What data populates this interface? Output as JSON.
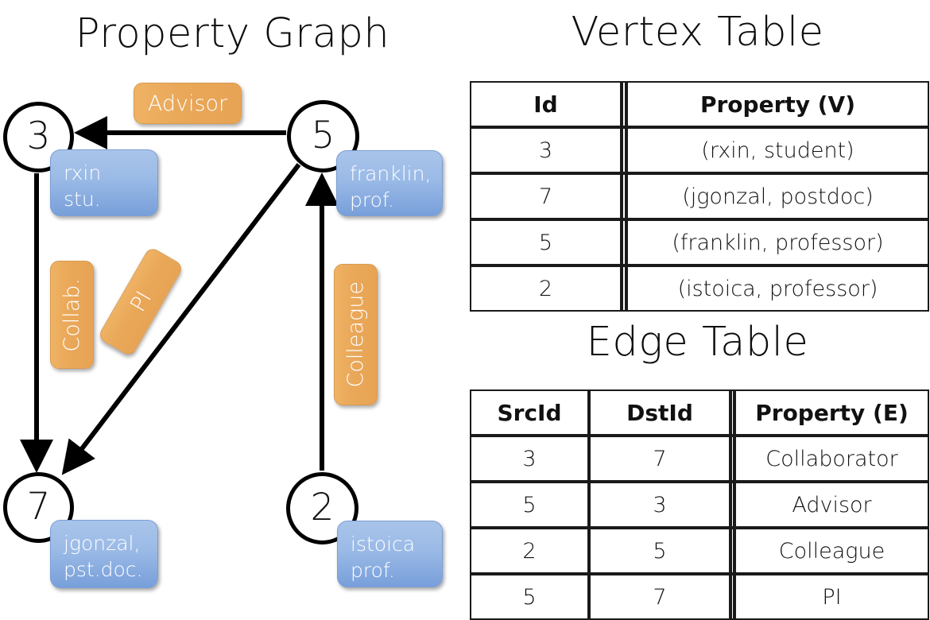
{
  "titles": {
    "property_graph": "Property Graph",
    "vertex_table": "Vertex Table",
    "edge_table": "Edge Table"
  },
  "colors": {
    "vertex_property_fill": "#d6e0f2",
    "edge_property_fill": "#f8dfc5",
    "node_box_blue": "#9abae6",
    "edge_label_orange": "#e9a758",
    "stroke": "#000000"
  },
  "graph": {
    "nodes": [
      {
        "id": "3",
        "prop_line1": "rxin",
        "prop_line2": "stu."
      },
      {
        "id": "5",
        "prop_line1": "franklin,",
        "prop_line2": "prof."
      },
      {
        "id": "7",
        "prop_line1": "jgonzal,",
        "prop_line2": "pst.doc."
      },
      {
        "id": "2",
        "prop_line1": "istoica",
        "prop_line2": "prof."
      }
    ],
    "edge_labels": [
      {
        "name": "advisor",
        "text": "Advisor"
      },
      {
        "name": "collab",
        "text": "Collab."
      },
      {
        "name": "pi",
        "text": "PI"
      },
      {
        "name": "colleague",
        "text": "Colleague"
      }
    ]
  },
  "vertex_table": {
    "headers": [
      "Id",
      "Property (V)"
    ],
    "rows": [
      {
        "id": "3",
        "property": "(rxin, student)"
      },
      {
        "id": "7",
        "property": "(jgonzal, postdoc)"
      },
      {
        "id": "5",
        "property": "(franklin, professor)"
      },
      {
        "id": "2",
        "property": "(istoica, professor)"
      }
    ]
  },
  "edge_table": {
    "headers": [
      "SrcId",
      "DstId",
      "Property (E)"
    ],
    "rows": [
      {
        "src": "3",
        "dst": "7",
        "property": "Collaborator"
      },
      {
        "src": "5",
        "dst": "3",
        "property": "Advisor"
      },
      {
        "src": "2",
        "dst": "5",
        "property": "Colleague"
      },
      {
        "src": "5",
        "dst": "7",
        "property": "PI"
      }
    ]
  }
}
